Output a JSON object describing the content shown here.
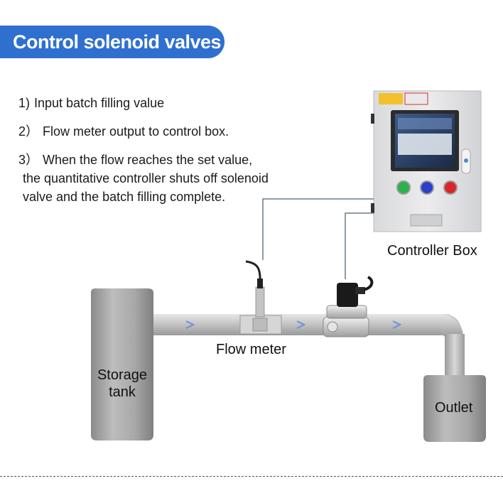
{
  "title": "Control solenoid valves",
  "steps": [
    {
      "num": "1)",
      "lines": [
        "Input batch filling value"
      ]
    },
    {
      "num": "2）",
      "lines": [
        "Flow meter output to control box."
      ]
    },
    {
      "num": "3）",
      "lines": [
        "When the flow reaches the set value,",
        "the quantitative controller shuts off solenoid",
        "valve and the batch filling complete."
      ]
    }
  ],
  "labels": {
    "controller_box": "Controller Box",
    "flow_meter": "Flow meter",
    "storage_tank": "Storage tank",
    "outlet": "Outlet"
  },
  "colors": {
    "accent": "#2f6fcf",
    "button_green": "#2bb34a",
    "button_blue": "#2c3fc9",
    "button_red": "#d9262b"
  }
}
